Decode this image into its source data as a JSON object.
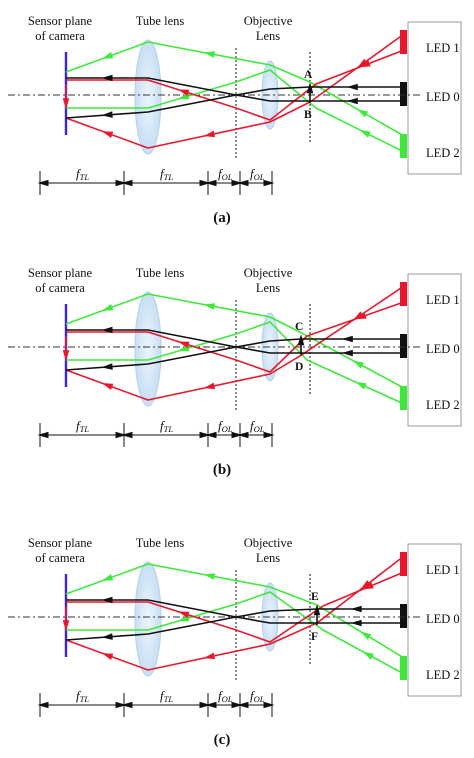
{
  "labels": {
    "sensor_line1": "Sensor plane",
    "sensor_line2": "of camera",
    "tube_lens": "Tube lens",
    "objective_line1": "Objective",
    "objective_line2": "Lens"
  },
  "leds": [
    "LED 1",
    "LED 0",
    "LED 2"
  ],
  "focal": [
    {
      "main": "f",
      "sub": "TL"
    },
    {
      "main": "f",
      "sub": "TL"
    },
    {
      "main": "f",
      "sub": "OL"
    },
    {
      "main": "f",
      "sub": "OL"
    }
  ],
  "panels": [
    {
      "caption": "(a)",
      "point_top": "A",
      "point_bottom": "B",
      "variant": "focus"
    },
    {
      "caption": "(b)",
      "point_top": "C",
      "point_bottom": "D",
      "variant": "near"
    },
    {
      "caption": "(c)",
      "point_top": "E",
      "point_bottom": "F",
      "variant": "far"
    }
  ],
  "colors": {
    "red": "#e8182c",
    "green": "#3ee93a",
    "black": "#111111",
    "sensor": "#3a24e0",
    "lens_fill": "#d8eaf8",
    "lens_edge": "#b3d1ee",
    "led_panel_edge": "#9a9a9a",
    "axis": "#333333"
  }
}
